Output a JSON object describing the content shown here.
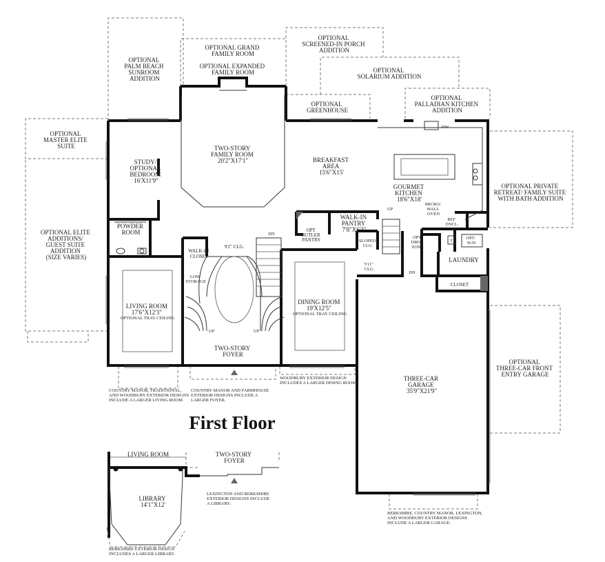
{
  "title": "First Floor",
  "optional": {
    "palm_beach": [
      "OPTIONAL",
      "PALM BEACH",
      "SUNROOM",
      "ADDITION"
    ],
    "grand_family": [
      "OPTIONAL GRAND",
      "FAMILY ROOM"
    ],
    "expanded_family": [
      "OPTIONAL EXPANDED",
      "FAMILY ROOM"
    ],
    "screened_porch": [
      "OPTIONAL",
      "SCREENED-IN PORCH",
      "ADDITION"
    ],
    "solarium": [
      "OPTIONAL",
      "SOLARIUM ADDITION"
    ],
    "greenhouse": [
      "OPTIONAL",
      "GREENHOUSE"
    ],
    "palladian": [
      "OPTIONAL",
      "PALLADIAN KITCHEN",
      "ADDITION"
    ],
    "master_elite": [
      "OPTIONAL",
      "MASTER ELITE",
      "SUITE"
    ],
    "elite_additions": [
      "OPTIONAL ELITE",
      "ADDITIONS/",
      "GUEST SUITE",
      "ADDITION",
      "(SIZE VARIES)"
    ],
    "private_retreat": [
      "OPTIONAL PRIVATE",
      "RETREAT/ FAMILY SUITE",
      "WITH BATH ADDITION"
    ],
    "three_car_front": [
      "OPTIONAL",
      "THREE-CAR FRONT",
      "ENTRY GARAGE"
    ]
  },
  "rooms": {
    "study": [
      "STUDY/",
      "OPTIONAL",
      "BEDROOM",
      "16'X11'9\""
    ],
    "family": [
      "TWO-STORY",
      "FAMILY ROOM",
      "20'2\"X17'1\""
    ],
    "breakfast": [
      "BREAKFAST",
      "AREA",
      "15'6\"X15'"
    ],
    "kitchen": [
      "GOURMET",
      "KITCHEN",
      "18'6\"X18'"
    ],
    "powder": [
      "POWDER",
      "ROOM"
    ],
    "walk_in_closet": [
      "WALK-IN",
      "CLOSET"
    ],
    "low_storage": [
      "LOW",
      "STORAGE"
    ],
    "ceiling": "9'2\" CLG.",
    "butler": [
      "OPT",
      "BUTLER",
      "PANTRY"
    ],
    "pantry": [
      "WALK-IN",
      "PANTRY",
      "7'8\"X6'3\""
    ],
    "sloped": [
      "SLOPED",
      "CLG."
    ],
    "clg511": [
      "5'11\"",
      "CLG."
    ],
    "micro": [
      "MICRO/",
      "WALL",
      "OVEN"
    ],
    "ref": [
      "REF",
      "ENCL."
    ],
    "drop_zone": [
      "OPT",
      "DROP",
      "ZONE"
    ],
    "wd": [
      "OPT.",
      "W/D"
    ],
    "t": "T",
    "dw": "DW",
    "laundry": "LAUNDRY",
    "closet": "CLOSET",
    "living": [
      "LIVING ROOM",
      "17'6\"X12'3\"",
      "OPTIONAL TRAY CEILING"
    ],
    "dining": [
      "DINING ROOM",
      "19'X12'5\"",
      "OPTIONAL TRAY CEILING"
    ],
    "foyer": [
      "TWO-STORY",
      "FOYER"
    ],
    "garage": [
      "THREE-CAR",
      "GARAGE",
      "35'9\"X21'9\""
    ],
    "up": "UP",
    "dn": "DN"
  },
  "notes": {
    "living_note": [
      "COUNTRY MANOR, TRADITIONAL,",
      "AND WOODBURY EXTERIOR DESIGNS",
      "INCLUDE A LARGER LIVING ROOM."
    ],
    "foyer_note": [
      "COUNTRY MANOR AND FARMHOUSE",
      "EXTERIOR DESIGNS INCLUDE A",
      "LARGER FOYER."
    ],
    "dining_note": [
      "WOODBURY EXTERIOR DESIGN",
      "INCLUDES A LARGER DINING ROOM."
    ],
    "garage_note": [
      "BERKSHIRE, COUNTRY MANOR, LEXINGTON,",
      "AND WOODBURY EXTERIOR DESIGNS",
      "INCLUDE A LARGER GARAGE."
    ],
    "library_note": [
      "LEXINGTON AND BERKSHIRE",
      "EXTERIOR DESIGNS INCLUDE",
      "A LIBRARY."
    ],
    "berkshire_note": [
      "BERKSHIRE EXTERIOR DESIGN",
      "INCLUDES A LARGER LIBRARY."
    ]
  },
  "inset": {
    "living": "LIVING ROOM",
    "foyer": [
      "TWO-STORY",
      "FOYER"
    ],
    "library": [
      "LIBRARY",
      "14'1\"X12'"
    ]
  }
}
